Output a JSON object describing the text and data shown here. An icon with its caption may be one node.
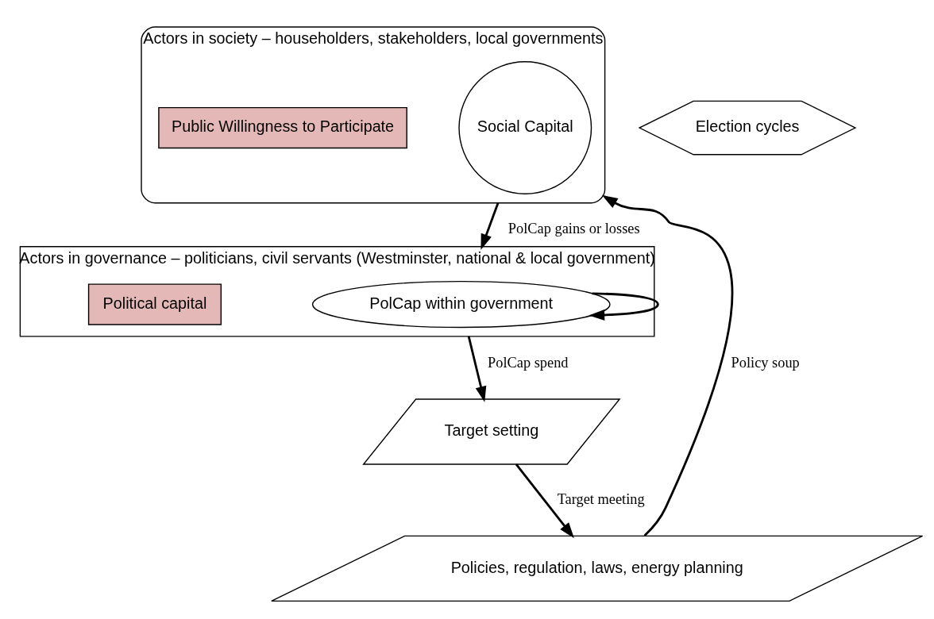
{
  "diagram": {
    "nodes": [
      {
        "text": [
          "Actors in society – householders, stakeholders, local governments"
        ]
      },
      {
        "text": [
          "Social Capital"
        ],
        "in": 0
      },
      {
        "text": [
          "Public Willingness to Participate"
        ],
        "in": 0
      },
      {
        "text": [
          "Actors in governance – politicians, civil servants (Westminster, national & local government)"
        ]
      },
      {
        "text": [
          "PolCap within government"
        ],
        "in": 3
      },
      {
        "text": [
          "Political capital"
        ],
        "in": 3
      },
      {
        "text": [
          "Election cycles"
        ]
      },
      {
        "text": [
          "Policies, regulation, laws, energy planning"
        ]
      },
      {
        "text": [
          "Target setting"
        ]
      }
    ],
    "edges": [
      {
        "from": 0,
        "to": 3,
        "arrow": "to",
        "label": "PolCap gains or losses"
      },
      {
        "from": 4,
        "to": 4,
        "arrow": "to"
      },
      {
        "from": 3,
        "to": 8,
        "arrow": "to",
        "label": "PolCap spend"
      },
      {
        "from": 8,
        "to": 7,
        "arrow": "to",
        "label": "Target meeting"
      },
      {
        "from": 7,
        "to": 0,
        "arrow": "to",
        "label": "Policy soup"
      }
    ]
  }
}
